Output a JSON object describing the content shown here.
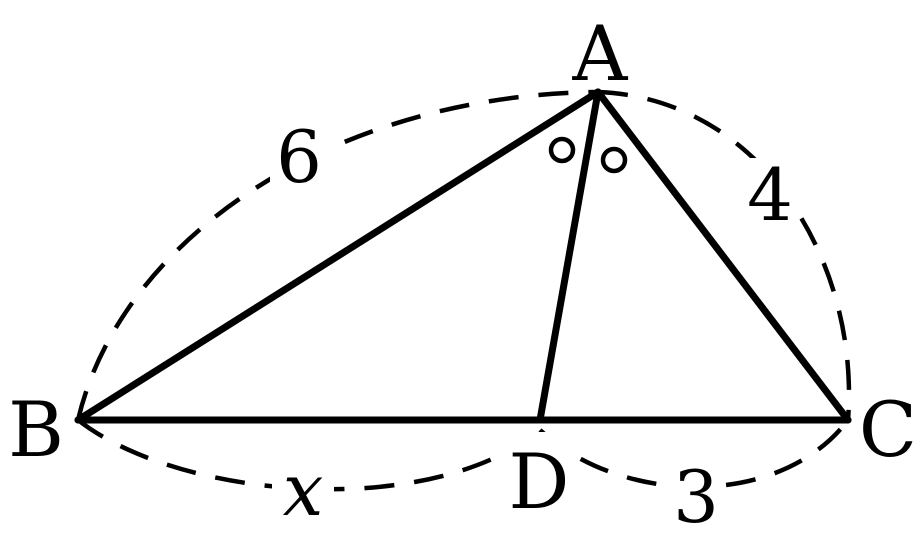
{
  "points": {
    "A": "A",
    "B": "B",
    "C": "C",
    "D": "D"
  },
  "measures": {
    "AB": "6",
    "AC": "4",
    "BD": "x",
    "DC": "3"
  }
}
